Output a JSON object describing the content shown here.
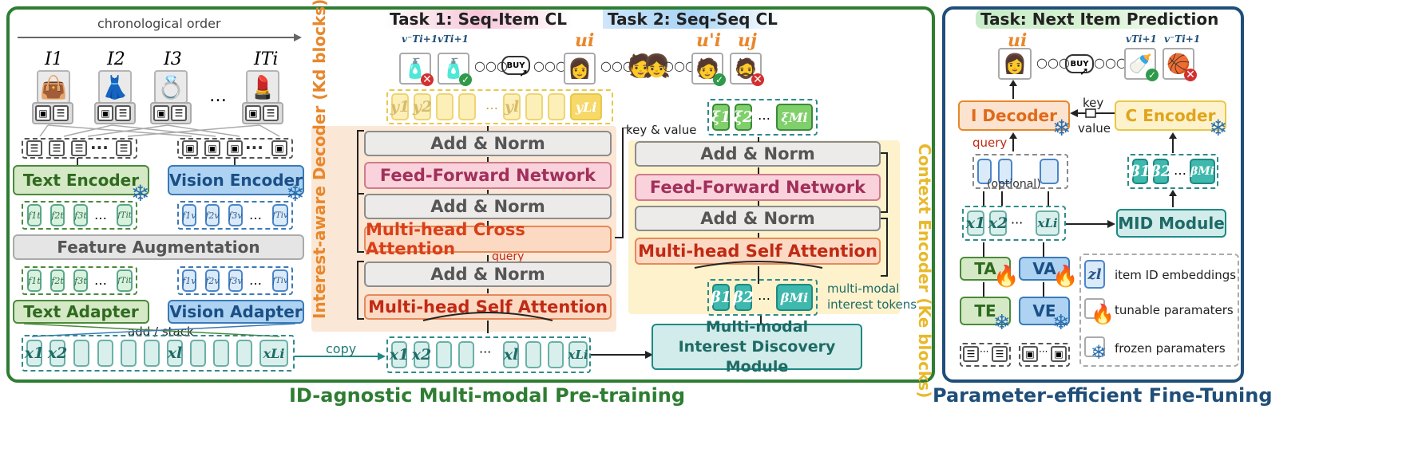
{
  "pretrain": {
    "footer": "ID-agnostic Multi-modal Pre-training",
    "chrono": "chronological order",
    "items": [
      "I1",
      "I2",
      "I3",
      "…",
      "ITi"
    ],
    "text_encoder": "Text Encoder",
    "vision_encoder": "Vision Encoder",
    "feature_aug": "Feature Augmentation",
    "text_adapter": "Text Adapter",
    "vision_adapter": "Vision Adapter",
    "add_stack": "add / stack",
    "copy": "copy",
    "ft_text": [
      "f1t",
      "f2t",
      "f3t",
      "…",
      "fTit"
    ],
    "ft_vis": [
      "f1v",
      "f2v",
      "f3v",
      "…",
      "fTiv"
    ],
    "x_tokens": [
      "x1",
      "x2",
      "xl",
      "xLi"
    ],
    "task1": "Task 1: Seq-Item CL",
    "task2": "Task 2: Seq-Seq CL",
    "buy": "BUY",
    "decoder_label": "Interest-aware Decoder (Kd blocks)",
    "context_label": "Context Encoder (Ke blocks)",
    "dec_layers": [
      "Add & Norm",
      "Feed-Forward Network",
      "Add & Norm",
      "Multi-head Cross Attention",
      "Add & Norm",
      "Multi-head Self Attention"
    ],
    "ctx_layers": [
      "Add & Norm",
      "Feed-Forward Network",
      "Add & Norm",
      "Multi-head Self Attention"
    ],
    "query": "query",
    "key_value": "key & value",
    "mid_module": "Multi-modal Interest Discovery Module",
    "multimodal_tokens": "multi-modal interest tokens",
    "y_tokens": [
      "y1",
      "y2",
      "…",
      "yl",
      "yLi"
    ],
    "xi_tokens": [
      "ξ1",
      "ξ2",
      "…",
      "ξMi"
    ],
    "beta_tokens": [
      "β1",
      "β2",
      "…",
      "βMi"
    ],
    "ui": "ui",
    "ui_prime": "u'i",
    "uj": "uj",
    "v_neg": "v⁻Ti+1",
    "v_pos": "vTi+1"
  },
  "finetune": {
    "footer": "Parameter-efficient Fine-Tuning",
    "task": "Task: Next Item Prediction",
    "ui": "ui",
    "v_pos": "vTi+1",
    "v_neg": "v⁻Ti+1",
    "buy": "BUY",
    "i_decoder": "I Decoder",
    "c_encoder": "C Encoder",
    "key": "key",
    "value": "value",
    "query": "query",
    "optional": "(optional)",
    "mid_module": "MID Module",
    "ta": "TA",
    "va": "VA",
    "te": "TE",
    "ve": "VE",
    "legend": {
      "zl": "zl",
      "item_id": "item ID embeddings",
      "tunable": "tunable paramaters",
      "frozen": "frozen paramaters"
    }
  },
  "colors": {
    "pretrain_border": "#2e7d32",
    "finetune_border": "#1f4e79",
    "teal": "#1e8a84"
  }
}
